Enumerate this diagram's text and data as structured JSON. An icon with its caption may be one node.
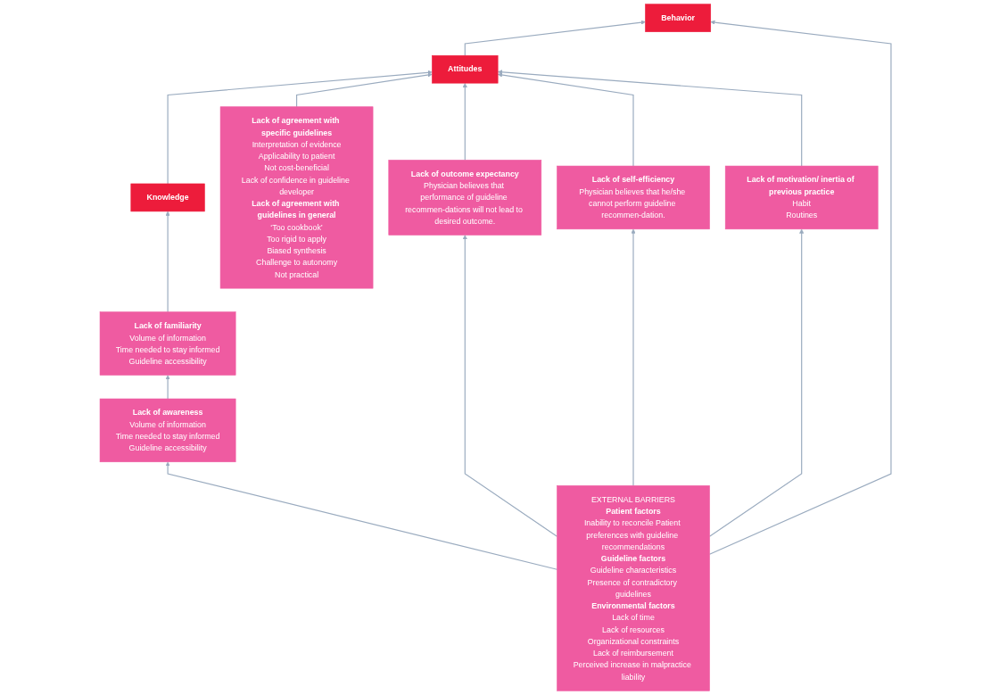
{
  "diagram": {
    "nodes": [
      {
        "text": [
          "Knowledge"
        ]
      },
      {
        "text": [
          "Attitudes"
        ]
      },
      {
        "text": [
          "Behavior"
        ]
      },
      {
        "text": [
          "Lack of familiarity",
          "Volume of information",
          "Time needed to stay informed",
          "Guideline accessibility"
        ]
      },
      {
        "text": [
          "Lack of agreement with specific guidelines",
          "Interpretation of evidence",
          "Applicability to patient",
          "Not cost-beneficial",
          "Lack of confidence in guideline developer",
          "Lack of agreement with guidelines in general",
          "‘Too cookbook’",
          "Too rigid to apply",
          "Biased synthesis",
          "Challenge to autonomy",
          "Not practical"
        ]
      },
      {
        "text": [
          "Lack of outcome expectancy",
          "Physician believes that performance of guideline recommen-dations will not lead to desired outcome."
        ]
      },
      {
        "text": [
          "Lack of self-efficiency",
          "Physician believes that he/she cannot perform guideline recommen-dation."
        ]
      },
      {
        "text": [
          "Lack of motivation/ inertia of previous practice",
          "Habit",
          "Routines"
        ]
      },
      {
        "text": [
          "EXTERNAL BARRIERS",
          "Patient factors",
          "Inability to reconcile Patient preferences with guideline recommendations",
          "Guideline factors",
          "Guideline characteristics",
          "Presence of contradictory guidelines",
          "Environmental factors",
          "Lack of time",
          "Lack of resources",
          "Organizational constraints",
          "Lack of reimbursement",
          "Perceived increase in malpractice liability"
        ]
      },
      {
        "text": [
          "Lack of awareness",
          "Volume of information",
          "Time needed to stay informed",
          "Guideline accessibility"
        ]
      }
    ],
    "edges": [
      {
        "from": 0,
        "to": 1,
        "arrow": "to"
      },
      {
        "from": 1,
        "to": 2,
        "arrow": "to"
      },
      {
        "from": 3,
        "to": 0,
        "arrow": "to"
      },
      {
        "from": 9,
        "to": 3,
        "arrow": "to"
      },
      {
        "from": 4,
        "to": 1,
        "arrow": "to"
      },
      {
        "from": 5,
        "to": 1,
        "arrow": "to"
      },
      {
        "from": 6,
        "to": 1,
        "arrow": "to"
      },
      {
        "from": 7,
        "to": 1,
        "arrow": "to"
      },
      {
        "from": 8,
        "to": 2,
        "arrow": "to"
      },
      {
        "from": 8,
        "to": 5,
        "arrow": "to"
      },
      {
        "from": 8,
        "to": 6,
        "arrow": "to"
      },
      {
        "from": 8,
        "to": 7,
        "arrow": "to"
      },
      {
        "from": 8,
        "to": 9,
        "arrow": "to"
      }
    ]
  }
}
